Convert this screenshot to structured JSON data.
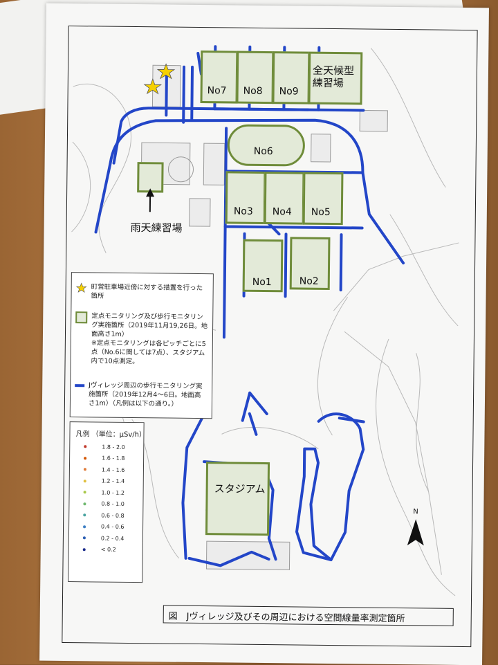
{
  "fields": {
    "no1": "No1",
    "no2": "No2",
    "no3": "No3",
    "no4": "No4",
    "no5": "No5",
    "no6": "No6",
    "no7": "No7",
    "no8": "No8",
    "no9": "No9",
    "all_weather": "全天候型\n練習場",
    "rain_practice": "雨天練習場",
    "stadium": "スタジアム"
  },
  "legend": {
    "star_text": "町営駐車場近傍に対する措置を行った箇所",
    "square_text": "定点モニタリング及び歩行モニタリング実施箇所（2019年11月19,26日。地面高さ1m）\n※定点モニタリングは各ピッチごとに5点（No.6に関しては7点）、スタジアム内で10点測定。",
    "line_text": "Jヴィレッジ周辺の歩行モニタリング実施箇所（2019年12月4～6日。地面高さ1m）（凡例は以下の通り。）"
  },
  "scale": {
    "title": "凡例 （単位：μSv/h）",
    "items": [
      {
        "label": "1.8 - 2.0",
        "color": "#c0392b"
      },
      {
        "label": "1.6 - 1.8",
        "color": "#d35400"
      },
      {
        "label": "1.4 - 1.6",
        "color": "#e07b39"
      },
      {
        "label": "1.2 - 1.4",
        "color": "#e0c040"
      },
      {
        "label": "1.0 - 1.2",
        "color": "#a8c84a"
      },
      {
        "label": "0.8 - 1.0",
        "color": "#6fb86f"
      },
      {
        "label": "0.6 - 0.8",
        "color": "#4aa3a0"
      },
      {
        "label": "0.4 - 0.6",
        "color": "#3d7fc4"
      },
      {
        "label": "0.2 - 0.4",
        "color": "#2c5fb3"
      },
      {
        "label": "< 0.2",
        "color": "#1a2a8a"
      }
    ]
  },
  "north_label": "N",
  "caption": {
    "prefix": "図",
    "text": "Jヴィレッジ及びその周辺における空間線量率測定箇所"
  },
  "colors": {
    "route": "#2346c8",
    "field_border": "#6f8c3a",
    "field_fill": "#e3ead8",
    "star": "#f5d000"
  }
}
